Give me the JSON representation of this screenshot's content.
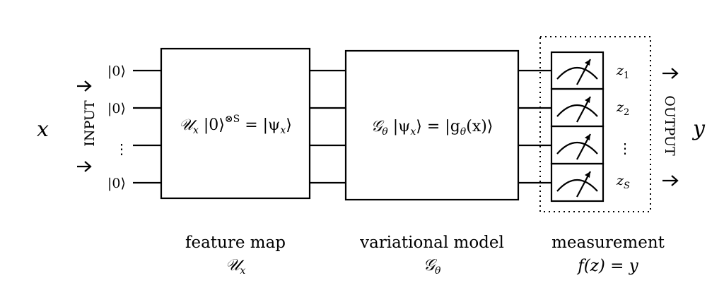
{
  "input": {
    "variable": "x",
    "label": "INPUT"
  },
  "output": {
    "variable": "y",
    "label": "OUTPUT"
  },
  "qubits": {
    "ket": "|0⟩",
    "vdots": "⋮"
  },
  "feature_map": {
    "equation": "𝒰",
    "equation_sub": "x",
    "equation_rest": " |0⟩",
    "equation_sup": "⊗S",
    "equation_end": " = |ψ",
    "equation_end_sub": "x",
    "equation_close": "⟩",
    "caption": "feature map",
    "symbol": "𝒰",
    "symbol_sub": "x"
  },
  "variational_model": {
    "eq_a": "𝒢",
    "eq_a_sub": "θ",
    "eq_b": " |ψ",
    "eq_b_sub": "x",
    "eq_c": "⟩ = |g",
    "eq_c_sub": "θ",
    "eq_d": "(x)⟩",
    "caption": "variational model",
    "symbol": "𝒢",
    "symbol_sub": "θ"
  },
  "measurement": {
    "caption": "measurement",
    "formula": "f(z) = y",
    "outputs": [
      {
        "base": "z",
        "sub": "1"
      },
      {
        "base": "z",
        "sub": "2"
      },
      {
        "base": "⋮",
        "sub": ""
      },
      {
        "base": "z",
        "sub": "S"
      }
    ]
  }
}
